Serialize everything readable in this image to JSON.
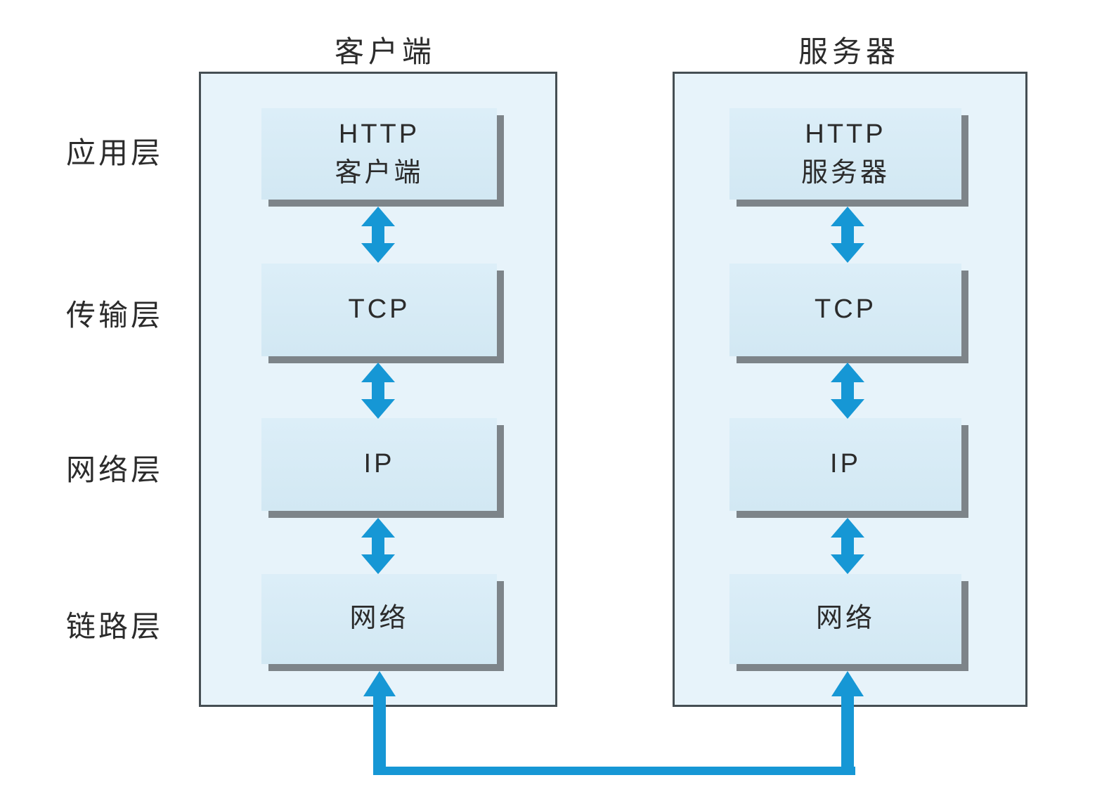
{
  "diagram": {
    "client": {
      "title": "客户端",
      "boxes": {
        "http": {
          "line1": "HTTP",
          "line2": "客户端"
        },
        "tcp": {
          "line1": "TCP"
        },
        "ip": {
          "line1": "IP"
        },
        "link": {
          "line1": "网络"
        }
      }
    },
    "server": {
      "title": "服务器",
      "boxes": {
        "http": {
          "line1": "HTTP",
          "line2": "服务器"
        },
        "tcp": {
          "line1": "TCP"
        },
        "ip": {
          "line1": "IP"
        },
        "link": {
          "line1": "网络"
        }
      }
    },
    "layer_labels": {
      "application": "应用层",
      "transport": "传输层",
      "network": "网络层",
      "link": "链路层"
    },
    "colors": {
      "arrow_blue": "#1697d5",
      "container_fill": "#e7f3fa",
      "container_border": "#454e53",
      "box_fill": "#d4eaf5",
      "box_shadow": "#7d8489",
      "text": "#2b2b2b"
    }
  }
}
